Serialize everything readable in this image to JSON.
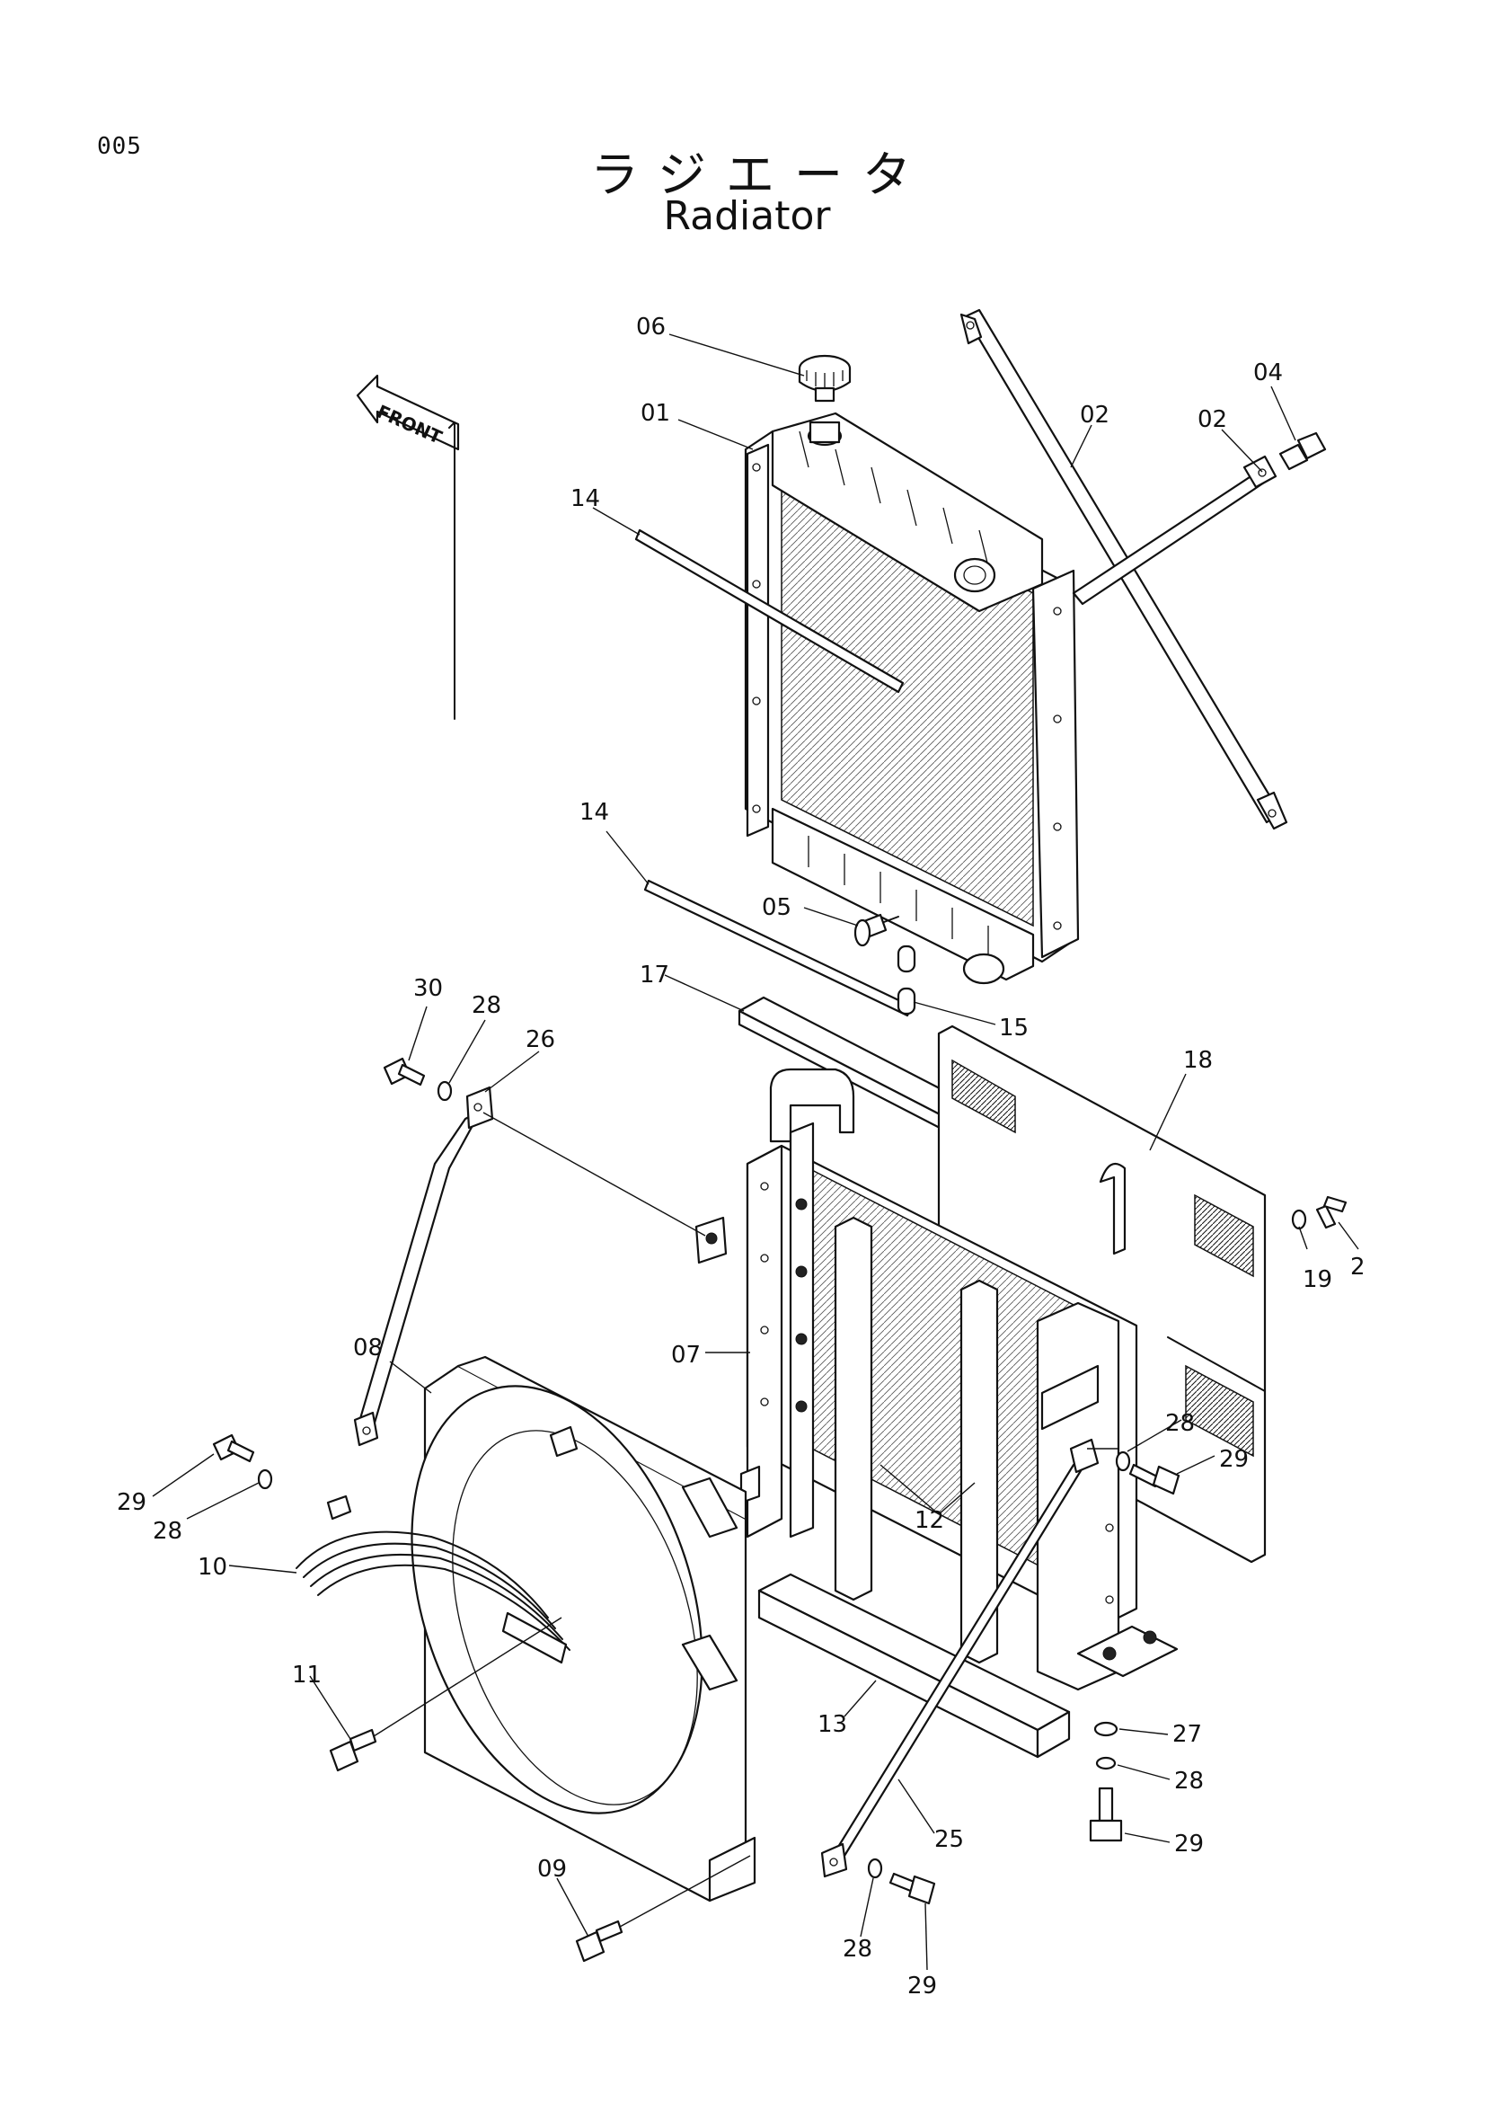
{
  "header": {
    "page_number": "005",
    "title_jp": "ラジエータ",
    "title_en": "Radiator"
  },
  "front_marker": {
    "label": "FRONT"
  },
  "callouts": [
    {
      "id": "c06",
      "label": "06"
    },
    {
      "id": "c01",
      "label": "01"
    },
    {
      "id": "c02a",
      "label": "02"
    },
    {
      "id": "c02b",
      "label": "02"
    },
    {
      "id": "c04",
      "label": "04"
    },
    {
      "id": "c14a",
      "label": "14"
    },
    {
      "id": "c14b",
      "label": "14"
    },
    {
      "id": "c05",
      "label": "05"
    },
    {
      "id": "c17",
      "label": "17"
    },
    {
      "id": "c15",
      "label": "15"
    },
    {
      "id": "c30",
      "label": "30"
    },
    {
      "id": "c28a",
      "label": "28"
    },
    {
      "id": "c26",
      "label": "26"
    },
    {
      "id": "c18",
      "label": "18"
    },
    {
      "id": "c19",
      "label": "19"
    },
    {
      "id": "c2",
      "label": "2"
    },
    {
      "id": "c08",
      "label": "08"
    },
    {
      "id": "c07",
      "label": "07"
    },
    {
      "id": "c28b",
      "label": "28"
    },
    {
      "id": "c29a",
      "label": "29"
    },
    {
      "id": "c29b",
      "label": "29"
    },
    {
      "id": "c28c",
      "label": "28"
    },
    {
      "id": "c12",
      "label": "12"
    },
    {
      "id": "c10",
      "label": "10"
    },
    {
      "id": "c11",
      "label": "11"
    },
    {
      "id": "c13",
      "label": "13"
    },
    {
      "id": "c27",
      "label": "27"
    },
    {
      "id": "c28d",
      "label": "28"
    },
    {
      "id": "c25",
      "label": "25"
    },
    {
      "id": "c29c",
      "label": "29"
    },
    {
      "id": "c09",
      "label": "09"
    },
    {
      "id": "c28e",
      "label": "28"
    },
    {
      "id": "c29d",
      "label": "29"
    }
  ]
}
